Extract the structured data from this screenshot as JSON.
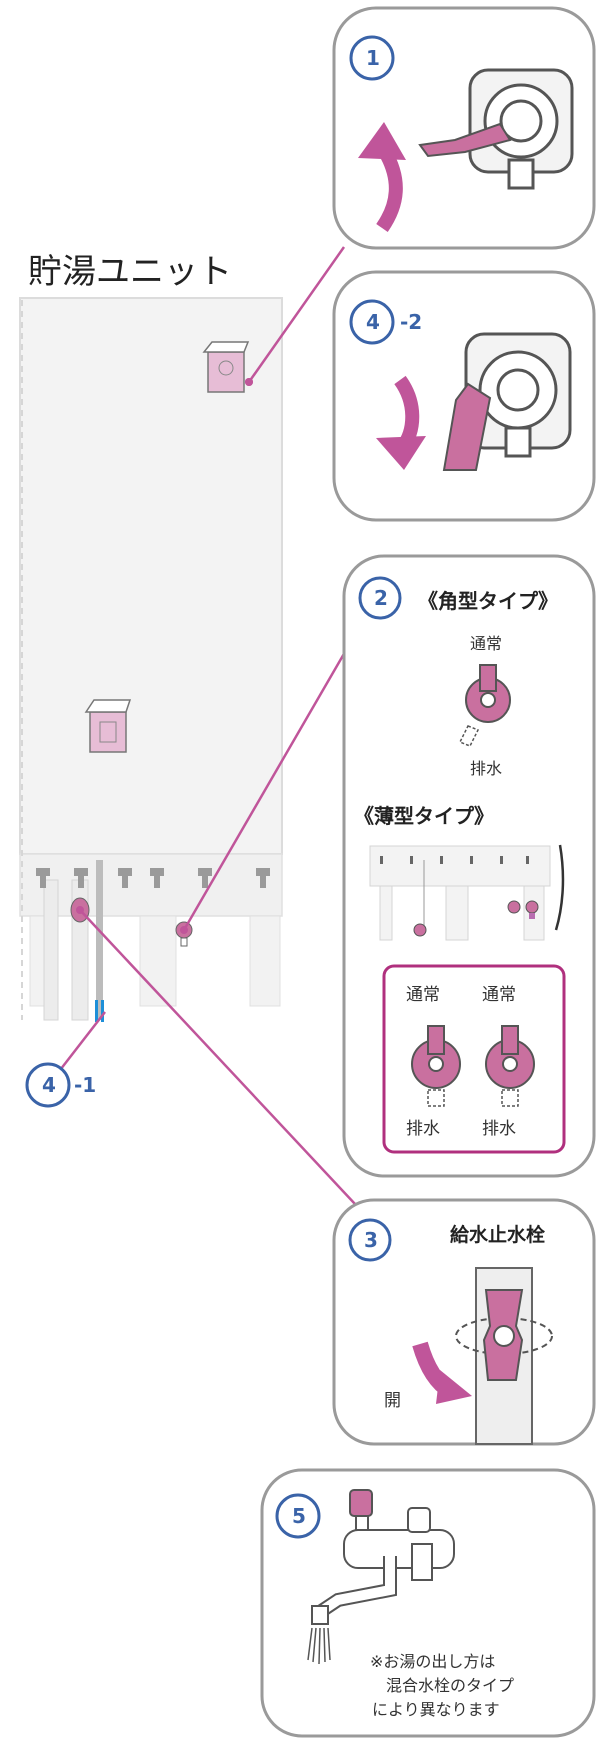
{
  "title": "貯湯ユニット",
  "steps": {
    "s1": {
      "num": "1",
      "suffix": ""
    },
    "s4b": {
      "num": "4",
      "suffix": "-2"
    },
    "s2": {
      "num": "2",
      "suffix": ""
    },
    "s4a": {
      "num": "4",
      "suffix": "-1"
    },
    "s3": {
      "num": "3",
      "suffix": ""
    },
    "s5": {
      "num": "5",
      "suffix": ""
    }
  },
  "box2": {
    "square_type": "《角型タイプ》",
    "normal": "通常",
    "drain": "排水",
    "thin_type": "《薄型タイプ》",
    "normal_left": "通常",
    "normal_right": "通常",
    "drain_left": "排水",
    "drain_right": "排水"
  },
  "box3": {
    "title": "給水止水栓",
    "open": "開"
  },
  "box5": {
    "note_line1": "※お湯の出し方は",
    "note_line2": "混合水栓のタイプ",
    "note_line3": "により異なります"
  },
  "colors": {
    "accent": "#c0559a",
    "handle": "#c9709f",
    "circle_num": "#3a63a8",
    "frame": "#9a9a9a"
  }
}
